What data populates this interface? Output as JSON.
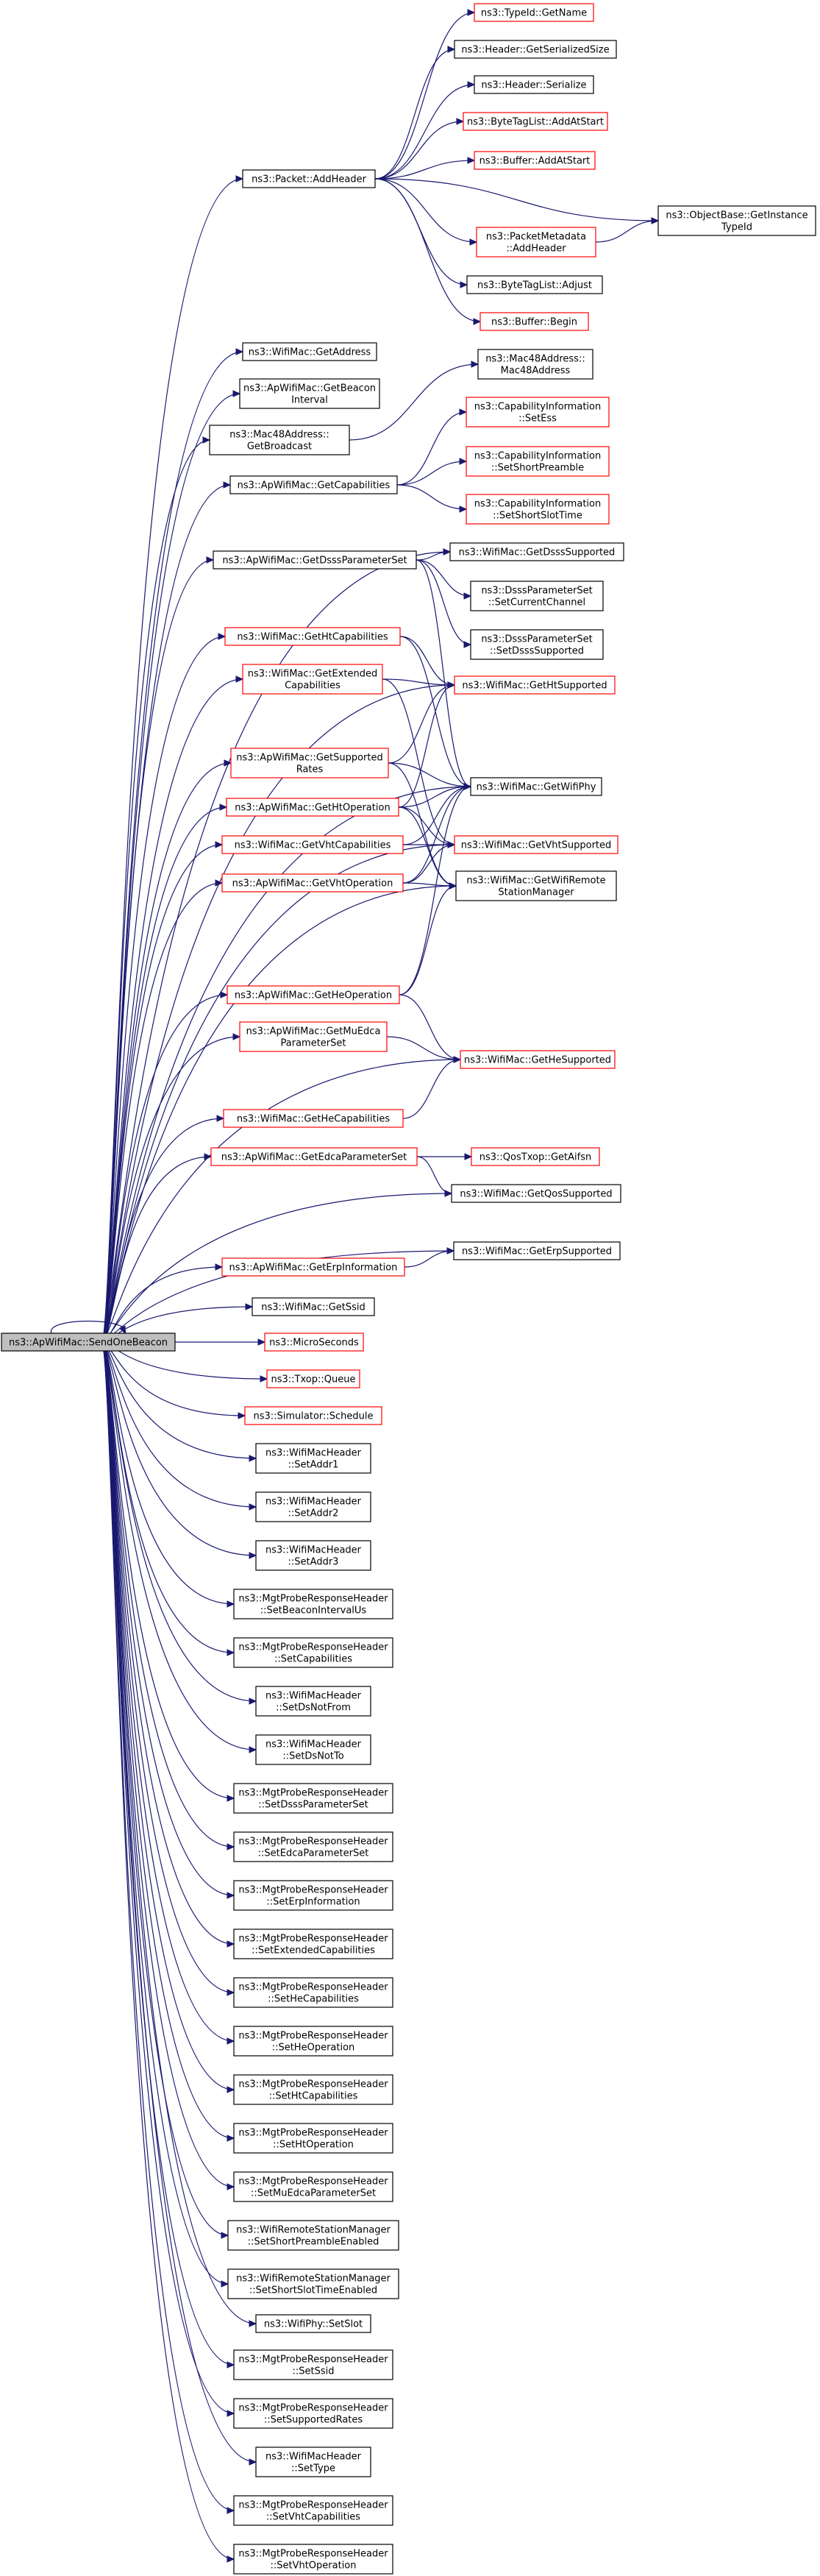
{
  "diagram": {
    "title": "",
    "root": {
      "id": "root",
      "lines": [
        "ns3::ApWifiMac::SendOneBeacon"
      ]
    },
    "nodes": [
      {
        "id": "addheader",
        "lines": [
          "ns3::Packet::AddHeader"
        ],
        "border": "black"
      },
      {
        "id": "typeid_getname",
        "lines": [
          "ns3::TypeId::GetName"
        ],
        "border": "red"
      },
      {
        "id": "header_getserializedsize",
        "lines": [
          "ns3::Header::GetSerializedSize"
        ],
        "border": "black"
      },
      {
        "id": "header_serialize",
        "lines": [
          "ns3::Header::Serialize"
        ],
        "border": "black"
      },
      {
        "id": "bytetaglist_addatstart",
        "lines": [
          "ns3::ByteTagList::AddAtStart"
        ],
        "border": "red"
      },
      {
        "id": "buffer_addatstart",
        "lines": [
          "ns3::Buffer::AddAtStart"
        ],
        "border": "red"
      },
      {
        "id": "objectbase_getinstancetypeid",
        "lines": [
          "ns3::ObjectBase::GetInstance",
          "TypeId"
        ],
        "border": "black"
      },
      {
        "id": "packetmetadata_addheader",
        "lines": [
          "ns3::PacketMetadata",
          "::AddHeader"
        ],
        "border": "red"
      },
      {
        "id": "bytetaglist_adjust",
        "lines": [
          "ns3::ByteTagList::Adjust"
        ],
        "border": "black"
      },
      {
        "id": "buffer_begin",
        "lines": [
          "ns3::Buffer::Begin"
        ],
        "border": "red"
      },
      {
        "id": "wifimac_getaddress",
        "lines": [
          "ns3::WifiMac::GetAddress"
        ],
        "border": "black"
      },
      {
        "id": "apwifimac_getbeaconinterval",
        "lines": [
          "ns3::ApWifiMac::GetBeacon",
          "Interval"
        ],
        "border": "black"
      },
      {
        "id": "mac48_getbroadcast",
        "lines": [
          "ns3::Mac48Address::",
          "GetBroadcast"
        ],
        "border": "black"
      },
      {
        "id": "mac48_mac48address",
        "lines": [
          "ns3::Mac48Address::",
          "Mac48Address"
        ],
        "border": "black"
      },
      {
        "id": "apwifimac_getcapabilities",
        "lines": [
          "ns3::ApWifiMac::GetCapabilities"
        ],
        "border": "black"
      },
      {
        "id": "capinfo_setess",
        "lines": [
          "ns3::CapabilityInformation",
          "::SetEss"
        ],
        "border": "red"
      },
      {
        "id": "capinfo_setshortpreamble",
        "lines": [
          "ns3::CapabilityInformation",
          "::SetShortPreamble"
        ],
        "border": "red"
      },
      {
        "id": "capinfo_setshortslottime",
        "lines": [
          "ns3::CapabilityInformation",
          "::SetShortSlotTime"
        ],
        "border": "red"
      },
      {
        "id": "apwifimac_getdsssparameterset",
        "lines": [
          "ns3::ApWifiMac::GetDsssParameterSet"
        ],
        "border": "black"
      },
      {
        "id": "wifimac_getdssssupported",
        "lines": [
          "ns3::WifiMac::GetDsssSupported"
        ],
        "border": "black"
      },
      {
        "id": "dsss_setcurrentchannel",
        "lines": [
          "ns3::DsssParameterSet",
          "::SetCurrentChannel"
        ],
        "border": "black"
      },
      {
        "id": "dsss_setdssssupported",
        "lines": [
          "ns3::DsssParameterSet",
          "::SetDsssSupported"
        ],
        "border": "black"
      },
      {
        "id": "wifimac_gethtcapabilities",
        "lines": [
          "ns3::WifiMac::GetHtCapabilities"
        ],
        "border": "red"
      },
      {
        "id": "wifimac_getextendedcapabilities",
        "lines": [
          "ns3::WifiMac::GetExtended",
          "Capabilities"
        ],
        "border": "red"
      },
      {
        "id": "wifimac_gethtsupported",
        "lines": [
          "ns3::WifiMac::GetHtSupported"
        ],
        "border": "red"
      },
      {
        "id": "apwifimac_getsupportedrates",
        "lines": [
          "ns3::ApWifiMac::GetSupported",
          "Rates"
        ],
        "border": "red"
      },
      {
        "id": "apwifimac_gethtoperation",
        "lines": [
          "ns3::ApWifiMac::GetHtOperation"
        ],
        "border": "red"
      },
      {
        "id": "wifimac_getwifiphy",
        "lines": [
          "ns3::WifiMac::GetWifiPhy"
        ],
        "border": "black"
      },
      {
        "id": "wifimac_getvhtcapabilities",
        "lines": [
          "ns3::WifiMac::GetVhtCapabilities"
        ],
        "border": "red"
      },
      {
        "id": "wifimac_getvhtsupported",
        "lines": [
          "ns3::WifiMac::GetVhtSupported"
        ],
        "border": "red"
      },
      {
        "id": "apwifimac_getvhtoperation",
        "lines": [
          "ns3::ApWifiMac::GetVhtOperation"
        ],
        "border": "red"
      },
      {
        "id": "wifimac_getwifiremotestationmanager",
        "lines": [
          "ns3::WifiMac::GetWifiRemote",
          "StationManager"
        ],
        "border": "black"
      },
      {
        "id": "apwifimac_getheoperation",
        "lines": [
          "ns3::ApWifiMac::GetHeOperation"
        ],
        "border": "red"
      },
      {
        "id": "apwifimac_getmuedcaparameterset",
        "lines": [
          "ns3::ApWifiMac::GetMuEdca",
          "ParameterSet"
        ],
        "border": "red"
      },
      {
        "id": "wifimac_gethesupported",
        "lines": [
          "ns3::WifiMac::GetHeSupported"
        ],
        "border": "red"
      },
      {
        "id": "wifimac_gethecapabilities",
        "lines": [
          "ns3::WifiMac::GetHeCapabilities"
        ],
        "border": "red"
      },
      {
        "id": "apwifimac_getedcaparameterset",
        "lines": [
          "ns3::ApWifiMac::GetEdcaParameterSet"
        ],
        "border": "red"
      },
      {
        "id": "qostxop_getaifsn",
        "lines": [
          "ns3::QosTxop::GetAifsn"
        ],
        "border": "red"
      },
      {
        "id": "wifimac_getqossupported",
        "lines": [
          "ns3::WifiMac::GetQosSupported"
        ],
        "border": "black"
      },
      {
        "id": "wifimac_geterpsupported",
        "lines": [
          "ns3::WifiMac::GetErpSupported"
        ],
        "border": "black"
      },
      {
        "id": "apwifimac_geterpinformation",
        "lines": [
          "ns3::ApWifiMac::GetErpInformation"
        ],
        "border": "red"
      },
      {
        "id": "wifimac_getssid",
        "lines": [
          "ns3::WifiMac::GetSsid"
        ],
        "border": "black"
      },
      {
        "id": "microseconds",
        "lines": [
          "ns3::MicroSeconds"
        ],
        "border": "red"
      },
      {
        "id": "txop_queue",
        "lines": [
          "ns3::Txop::Queue"
        ],
        "border": "red"
      },
      {
        "id": "simulator_schedule",
        "lines": [
          "ns3::Simulator::Schedule"
        ],
        "border": "red"
      },
      {
        "id": "wifimacheader_setaddr1",
        "lines": [
          "ns3::WifiMacHeader",
          "::SetAddr1"
        ],
        "border": "black"
      },
      {
        "id": "wifimacheader_setaddr2",
        "lines": [
          "ns3::WifiMacHeader",
          "::SetAddr2"
        ],
        "border": "black"
      },
      {
        "id": "wifimacheader_setaddr3",
        "lines": [
          "ns3::WifiMacHeader",
          "::SetAddr3"
        ],
        "border": "black"
      },
      {
        "id": "mgt_setbeaconintervalus",
        "lines": [
          "ns3::MgtProbeResponseHeader",
          "::SetBeaconIntervalUs"
        ],
        "border": "black"
      },
      {
        "id": "mgt_setcapabilities",
        "lines": [
          "ns3::MgtProbeResponseHeader",
          "::SetCapabilities"
        ],
        "border": "black"
      },
      {
        "id": "wifimacheader_setdsnotfrom",
        "lines": [
          "ns3::WifiMacHeader",
          "::SetDsNotFrom"
        ],
        "border": "black"
      },
      {
        "id": "wifimacheader_setdsnotto",
        "lines": [
          "ns3::WifiMacHeader",
          "::SetDsNotTo"
        ],
        "border": "black"
      },
      {
        "id": "mgt_setdsssparameterset",
        "lines": [
          "ns3::MgtProbeResponseHeader",
          "::SetDsssParameterSet"
        ],
        "border": "black"
      },
      {
        "id": "mgt_setedcaparameterset",
        "lines": [
          "ns3::MgtProbeResponseHeader",
          "::SetEdcaParameterSet"
        ],
        "border": "black"
      },
      {
        "id": "mgt_seterpinformation",
        "lines": [
          "ns3::MgtProbeResponseHeader",
          "::SetErpInformation"
        ],
        "border": "black"
      },
      {
        "id": "mgt_setextendedcapabilities",
        "lines": [
          "ns3::MgtProbeResponseHeader",
          "::SetExtendedCapabilities"
        ],
        "border": "black"
      },
      {
        "id": "mgt_sethecapabilities",
        "lines": [
          "ns3::MgtProbeResponseHeader",
          "::SetHeCapabilities"
        ],
        "border": "black"
      },
      {
        "id": "mgt_setheoperation",
        "lines": [
          "ns3::MgtProbeResponseHeader",
          "::SetHeOperation"
        ],
        "border": "black"
      },
      {
        "id": "mgt_sethtcapabilities",
        "lines": [
          "ns3::MgtProbeResponseHeader",
          "::SetHtCapabilities"
        ],
        "border": "black"
      },
      {
        "id": "mgt_sethtoperation",
        "lines": [
          "ns3::MgtProbeResponseHeader",
          "::SetHtOperation"
        ],
        "border": "black"
      },
      {
        "id": "mgt_setmuedcaparameterset",
        "lines": [
          "ns3::MgtProbeResponseHeader",
          "::SetMuEdcaParameterSet"
        ],
        "border": "black"
      },
      {
        "id": "wrsm_setshortpreambleenabled",
        "lines": [
          "ns3::WifiRemoteStationManager",
          "::SetShortPreambleEnabled"
        ],
        "border": "black"
      },
      {
        "id": "wrsm_setshortslottimeenabled",
        "lines": [
          "ns3::WifiRemoteStationManager",
          "::SetShortSlotTimeEnabled"
        ],
        "border": "black"
      },
      {
        "id": "wifiphy_setslot",
        "lines": [
          "ns3::WifiPhy::SetSlot"
        ],
        "border": "black"
      },
      {
        "id": "mgt_setssid",
        "lines": [
          "ns3::MgtProbeResponseHeader",
          "::SetSsid"
        ],
        "border": "black"
      },
      {
        "id": "mgt_setsupportedrates",
        "lines": [
          "ns3::MgtProbeResponseHeader",
          "::SetSupportedRates"
        ],
        "border": "black"
      },
      {
        "id": "wifimacheader_settype",
        "lines": [
          "ns3::WifiMacHeader",
          "::SetType"
        ],
        "border": "black"
      },
      {
        "id": "mgt_setvhtcapabilities",
        "lines": [
          "ns3::MgtProbeResponseHeader",
          "::SetVhtCapabilities"
        ],
        "border": "black"
      },
      {
        "id": "mgt_setvhtoperation",
        "lines": [
          "ns3::MgtProbeResponseHeader",
          "::SetVhtOperation"
        ],
        "border": "black"
      }
    ],
    "edges": [
      [
        "root",
        "root"
      ],
      [
        "root",
        "addheader"
      ],
      [
        "root",
        "wifimac_getaddress"
      ],
      [
        "root",
        "apwifimac_getbeaconinterval"
      ],
      [
        "root",
        "mac48_getbroadcast"
      ],
      [
        "root",
        "apwifimac_getcapabilities"
      ],
      [
        "root",
        "apwifimac_getdsssparameterset"
      ],
      [
        "root",
        "wifimac_getdssssupported"
      ],
      [
        "root",
        "wifimac_gethtcapabilities"
      ],
      [
        "root",
        "wifimac_getextendedcapabilities"
      ],
      [
        "root",
        "wifimac_gethtsupported"
      ],
      [
        "root",
        "apwifimac_getsupportedrates"
      ],
      [
        "root",
        "apwifimac_gethtoperation"
      ],
      [
        "root",
        "wifimac_getwifiphy"
      ],
      [
        "root",
        "wifimac_getvhtcapabilities"
      ],
      [
        "root",
        "apwifimac_getvhtoperation"
      ],
      [
        "root",
        "wifimac_getvhtsupported"
      ],
      [
        "root",
        "wifimac_getwifiremotestationmanager"
      ],
      [
        "root",
        "apwifimac_getheoperation"
      ],
      [
        "root",
        "apwifimac_getmuedcaparameterset"
      ],
      [
        "root",
        "wifimac_gethesupported"
      ],
      [
        "root",
        "wifimac_gethecapabilities"
      ],
      [
        "root",
        "apwifimac_getedcaparameterset"
      ],
      [
        "root",
        "wifimac_getqossupported"
      ],
      [
        "root",
        "wifimac_geterpsupported"
      ],
      [
        "root",
        "apwifimac_geterpinformation"
      ],
      [
        "root",
        "wifimac_getssid"
      ],
      [
        "root",
        "microseconds"
      ],
      [
        "root",
        "txop_queue"
      ],
      [
        "root",
        "simulator_schedule"
      ],
      [
        "root",
        "wifimacheader_setaddr1"
      ],
      [
        "root",
        "wifimacheader_setaddr2"
      ],
      [
        "root",
        "wifimacheader_setaddr3"
      ],
      [
        "root",
        "mgt_setbeaconintervalus"
      ],
      [
        "root",
        "mgt_setcapabilities"
      ],
      [
        "root",
        "wifimacheader_setdsnotfrom"
      ],
      [
        "root",
        "wifimacheader_setdsnotto"
      ],
      [
        "root",
        "mgt_setdsssparameterset"
      ],
      [
        "root",
        "mgt_setedcaparameterset"
      ],
      [
        "root",
        "mgt_seterpinformation"
      ],
      [
        "root",
        "mgt_setextendedcapabilities"
      ],
      [
        "root",
        "mgt_sethecapabilities"
      ],
      [
        "root",
        "mgt_setheoperation"
      ],
      [
        "root",
        "mgt_sethtcapabilities"
      ],
      [
        "root",
        "mgt_sethtoperation"
      ],
      [
        "root",
        "mgt_setmuedcaparameterset"
      ],
      [
        "root",
        "wrsm_setshortpreambleenabled"
      ],
      [
        "root",
        "wrsm_setshortslottimeenabled"
      ],
      [
        "root",
        "wifiphy_setslot"
      ],
      [
        "root",
        "mgt_setssid"
      ],
      [
        "root",
        "mgt_setsupportedrates"
      ],
      [
        "root",
        "wifimacheader_settype"
      ],
      [
        "root",
        "mgt_setvhtcapabilities"
      ],
      [
        "root",
        "mgt_setvhtoperation"
      ],
      [
        "addheader",
        "typeid_getname"
      ],
      [
        "addheader",
        "header_getserializedsize"
      ],
      [
        "addheader",
        "header_serialize"
      ],
      [
        "addheader",
        "bytetaglist_addatstart"
      ],
      [
        "addheader",
        "buffer_addatstart"
      ],
      [
        "addheader",
        "objectbase_getinstancetypeid"
      ],
      [
        "addheader",
        "packetmetadata_addheader"
      ],
      [
        "addheader",
        "bytetaglist_adjust"
      ],
      [
        "addheader",
        "buffer_begin"
      ],
      [
        "packetmetadata_addheader",
        "objectbase_getinstancetypeid"
      ],
      [
        "mac48_getbroadcast",
        "mac48_mac48address"
      ],
      [
        "apwifimac_getcapabilities",
        "capinfo_setess"
      ],
      [
        "apwifimac_getcapabilities",
        "capinfo_setshortpreamble"
      ],
      [
        "apwifimac_getcapabilities",
        "capinfo_setshortslottime"
      ],
      [
        "apwifimac_getdsssparameterset",
        "wifimac_getdssssupported"
      ],
      [
        "apwifimac_getdsssparameterset",
        "dsss_setcurrentchannel"
      ],
      [
        "apwifimac_getdsssparameterset",
        "dsss_setdssssupported"
      ],
      [
        "apwifimac_getdsssparameterset",
        "wifimac_getwifiphy"
      ],
      [
        "wifimac_gethtcapabilities",
        "wifimac_gethtsupported"
      ],
      [
        "wifimac_gethtcapabilities",
        "wifimac_getwifiphy"
      ],
      [
        "wifimac_getextendedcapabilities",
        "wifimac_gethtsupported"
      ],
      [
        "wifimac_getextendedcapabilities",
        "wifimac_getvhtsupported"
      ],
      [
        "apwifimac_getsupportedrates",
        "wifimac_gethtsupported"
      ],
      [
        "apwifimac_getsupportedrates",
        "wifimac_getwifiphy"
      ],
      [
        "apwifimac_getsupportedrates",
        "wifimac_getwifiremotestationmanager"
      ],
      [
        "apwifimac_gethtoperation",
        "wifimac_gethtsupported"
      ],
      [
        "apwifimac_gethtoperation",
        "wifimac_getwifiphy"
      ],
      [
        "apwifimac_gethtoperation",
        "wifimac_getvhtsupported"
      ],
      [
        "apwifimac_gethtoperation",
        "wifimac_getwifiremotestationmanager"
      ],
      [
        "wifimac_getvhtcapabilities",
        "wifimac_getvhtsupported"
      ],
      [
        "wifimac_getvhtcapabilities",
        "wifimac_getwifiphy"
      ],
      [
        "apwifimac_getvhtoperation",
        "wifimac_getvhtsupported"
      ],
      [
        "apwifimac_getvhtoperation",
        "wifimac_getwifiphy"
      ],
      [
        "apwifimac_getvhtoperation",
        "wifimac_getwifiremotestationmanager"
      ],
      [
        "apwifimac_getheoperation",
        "wifimac_gethesupported"
      ],
      [
        "apwifimac_getheoperation",
        "wifimac_getwifiphy"
      ],
      [
        "apwifimac_getheoperation",
        "wifimac_getwifiremotestationmanager"
      ],
      [
        "apwifimac_getmuedcaparameterset",
        "wifimac_gethesupported"
      ],
      [
        "wifimac_gethecapabilities",
        "wifimac_gethesupported"
      ],
      [
        "apwifimac_getedcaparameterset",
        "qostxop_getaifsn"
      ],
      [
        "apwifimac_getedcaparameterset",
        "wifimac_getqossupported"
      ],
      [
        "apwifimac_geterpinformation",
        "wifimac_geterpsupported"
      ]
    ]
  }
}
